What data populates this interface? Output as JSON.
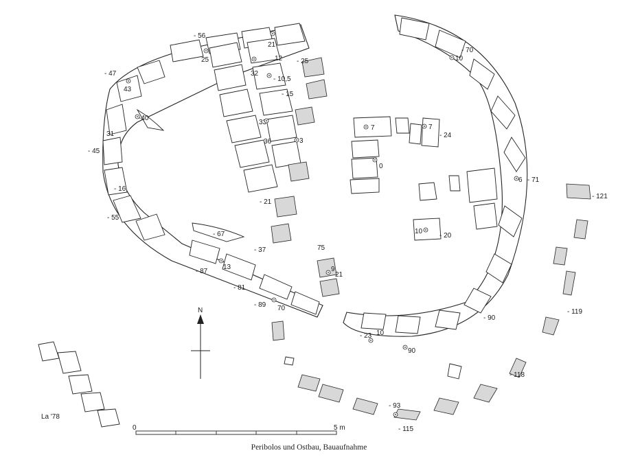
{
  "caption": "Peribolos und Ostbau, Bauaufnahme",
  "signature": "La '78",
  "north_label": "N",
  "scale": {
    "start_label": "0",
    "end_label": "5 m"
  },
  "elevations": [
    "- 56",
    "21",
    "25",
    "- 47",
    "43",
    "32",
    "12",
    "- 10,5",
    "- 25",
    "- 15",
    "-40",
    "31",
    "33",
    "36",
    "3",
    "- 45",
    "7",
    "7",
    "- 24",
    "0",
    "- 70",
    "10",
    "- 16",
    "- 21",
    "6",
    "- 71",
    "- 121",
    "- 55",
    "- 67",
    "10",
    "- 20",
    "- 37",
    "75",
    "13",
    "- 87",
    "9",
    "21",
    "- 81",
    "- 89",
    "70",
    "- 90",
    "- 119",
    "- 23",
    "10",
    "90",
    "- 118",
    "- 93",
    "- 115"
  ]
}
